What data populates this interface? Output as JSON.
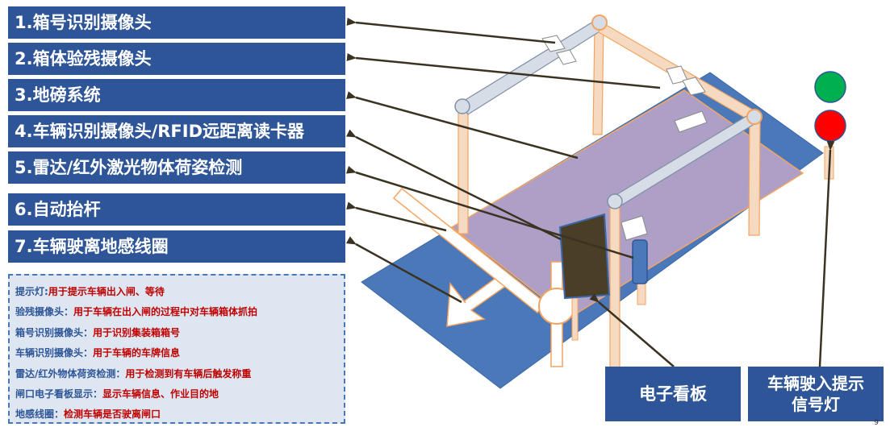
{
  "labels": [
    "1.箱号识别摄像头",
    "2.箱体验残摄像头",
    "3.地磅系统",
    "4.车辆识别摄像头/RFID远距离读卡器",
    "5.雷达/红外激光物体荷姿检测",
    "6.自动抬杆",
    "7.车辆驶离地感线圈"
  ],
  "legend": [
    {
      "key": "提示灯:",
      "value": "用于提示车辆出入闸、等待"
    },
    {
      "key": "验残摄像头：",
      "value": "用于车辆在出入闸的过程中对车辆箱体抓拍"
    },
    {
      "key": "箱号识别摄像头：",
      "value": "用于识别集装箱箱号"
    },
    {
      "key": "车辆识别摄像头：",
      "value": "用于车辆的车牌信息"
    },
    {
      "key": "雷达/红外物体荷资检测：",
      "value": "用于检测到有车辆后触发称重"
    },
    {
      "key": "闸口电子看板显示：",
      "value": "显示车辆信息、作业目的地"
    },
    {
      "key": "地感线圈：",
      "value": "检测车辆是否驶离闸口"
    }
  ],
  "callouts": {
    "board": "电子看板",
    "signal_line1": "车辆驶入提示",
    "signal_line2": "信号灯"
  },
  "page_number": "9",
  "colors": {
    "label_bg": "#2e5597",
    "legend_bg": "#dde6f1",
    "legend_key": "#2e5597",
    "legend_value": "#c00000",
    "scale_platform": "#ae9fc6",
    "road": "#4a78b9",
    "accent_orange": "#f4a460",
    "light_green": "#00b050",
    "light_red": "#ff0000"
  }
}
